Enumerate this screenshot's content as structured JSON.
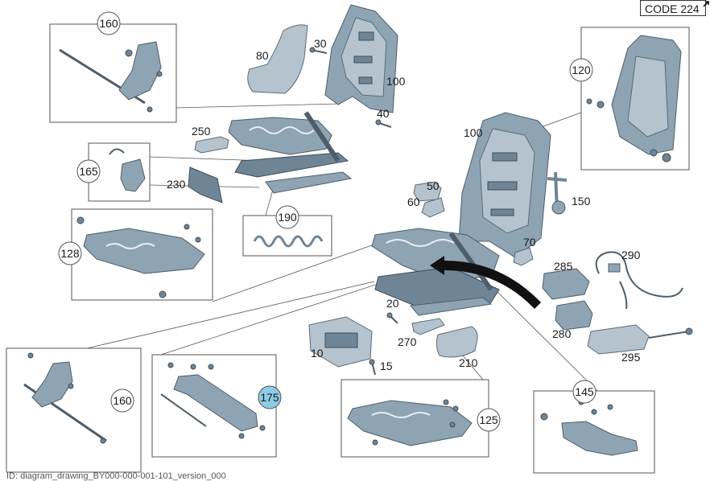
{
  "header": {
    "code_label": "CODE 224"
  },
  "footer": {
    "text": "ID: diagram_drawing_BY000-000-001-101_version_000"
  },
  "callouts": {
    "c10": "10",
    "c15": "15",
    "c20": "20",
    "c30": "30",
    "c40": "40",
    "c50": "50",
    "c60": "60",
    "c70": "70",
    "c80": "80",
    "c100a": "100",
    "c100b": "100",
    "c120": "120",
    "c125": "125",
    "c128": "128",
    "c145": "145",
    "c150": "150",
    "c160a": "160",
    "c160b": "160",
    "c165": "165",
    "c175": "175",
    "c190": "190",
    "c210": "210",
    "c230": "230",
    "c250": "250",
    "c270": "270",
    "c280": "280",
    "c285": "285",
    "c290": "290",
    "c295": "295"
  },
  "colors": {
    "highlight_circle": "#8ecbe6",
    "parts": "#8fa4b3",
    "arrow": "#111111"
  }
}
